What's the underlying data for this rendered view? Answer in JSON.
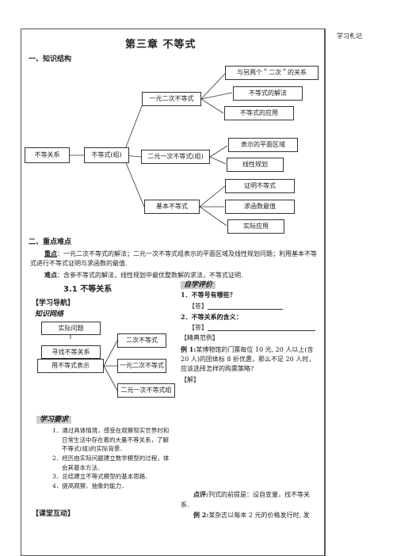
{
  "margin_note": "学习札记",
  "chapter_title": "第三章  不等式",
  "section1": {
    "heading": "一、知识结构",
    "root": "不等关系",
    "mid": "不等式(组)",
    "branches": [
      {
        "label": "一元二次不等式",
        "children": [
          "与另两个＂二次＂的关系",
          "不等式的解法",
          "不等式的应用"
        ]
      },
      {
        "label": "二元一次不等式(组)",
        "children": [
          "表示的平面区域",
          "线性规划"
        ]
      },
      {
        "label": "基本不等式",
        "children": [
          "证明不等式",
          "求函数最值",
          "实际应用"
        ]
      }
    ]
  },
  "section2": {
    "heading": "二、重点难点",
    "key_label": "重点",
    "key_text": "：一元二次不等式的解法；二元一次不等式组表示的平面区域及线性规划问题；利用基本不等式进行不等式证明与求函数的最值.",
    "hard_label": "难点",
    "hard_text": "：含参不等式的解法，线性规划中最优整数解的求法，不等式证明."
  },
  "lesson": {
    "title": "3.1  不等关系",
    "guide": "【学习导航】",
    "network": "知识网络",
    "flow": [
      "实际问题",
      "寻找不等关系",
      "用不等式表示"
    ],
    "flow_children": [
      "二次不等式",
      "一元二次不等式",
      "二元一次不等式组"
    ],
    "req_heading": "学习要求",
    "requirements": [
      "1．通过具体情境，感受在观察现实世界时和日常生活中存在着的大量不等关系，了解不等式(组)的实际背景．",
      "2．经历由实际问题建立数学模型的过程，体会其基本方法．",
      "3．总结建立不等式模型的基本思路．",
      "4．提高观察、抽象的能力．"
    ],
    "class": "【课堂互动】"
  },
  "right": {
    "self_eval": "自学评价",
    "q1": "1．不等号有哪些？",
    "a1": "【答】",
    "q2": "2．不等关系的含义：",
    "a2": "【答】",
    "examples": "【精典范例】",
    "ex1_label": "例 1:",
    "ex1_text": "某博物馆的门票每位 10 元, 20 人以上(含 20 人)的团体标 8 折优惠，那么不足 20 人时，应该选择怎样的购票策略?",
    "sol": "【解】",
    "comment_label": "点评:",
    "comment_text": "列式的前提是：设自变量，找不等关系.",
    "ex2_label": "例 2:",
    "ex2_text": "某杂志以每本 2 元的价格发行时, 发"
  }
}
